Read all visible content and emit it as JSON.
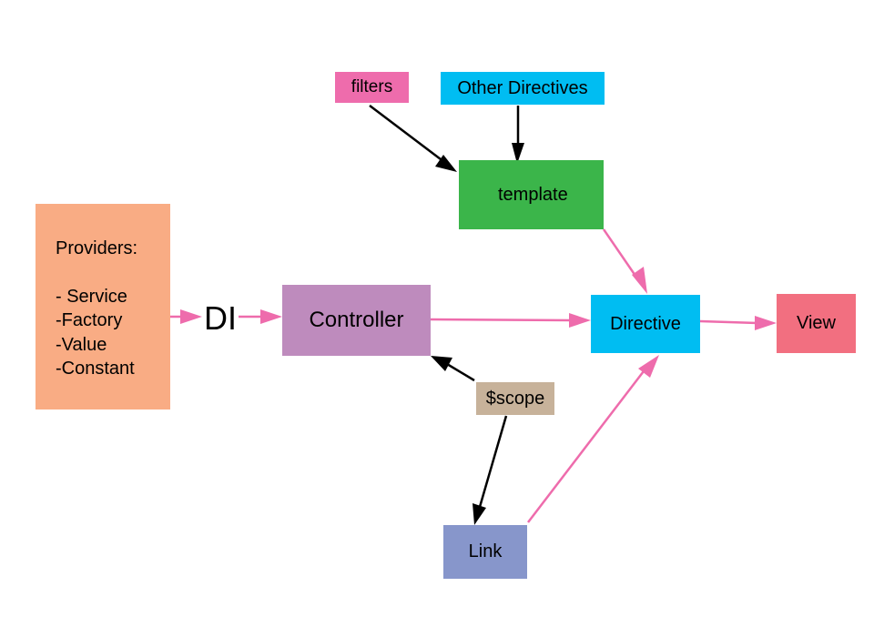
{
  "diagram": {
    "nodes": {
      "providers": {
        "lines": [
          "Providers:",
          "- Service",
          "-Factory",
          "-Value",
          "-Constant"
        ],
        "color": "#F9AC84"
      },
      "controller": {
        "label": "Controller",
        "color": "#BE8BBD"
      },
      "template": {
        "label": "template",
        "color": "#3BB54A"
      },
      "filters": {
        "label": "filters",
        "color": "#EE6CAC"
      },
      "other_directives": {
        "label": "Other Directives",
        "color": "#00BDF2"
      },
      "directive": {
        "label": "Directive",
        "color": "#00BDF2"
      },
      "view": {
        "label": "View",
        "color": "#F26F80"
      },
      "scope": {
        "label": "$scope",
        "color": "#C7B29A"
      },
      "link": {
        "label": "Link",
        "color": "#8796CB"
      }
    },
    "di_label": "DI",
    "edges": [
      {
        "from": "providers",
        "to": "di",
        "color": "#EE6CAC"
      },
      {
        "from": "di",
        "to": "controller",
        "color": "#EE6CAC"
      },
      {
        "from": "controller",
        "to": "directive",
        "color": "#EE6CAC"
      },
      {
        "from": "template",
        "to": "directive",
        "color": "#EE6CAC"
      },
      {
        "from": "directive",
        "to": "view",
        "color": "#EE6CAC"
      },
      {
        "from": "link",
        "to": "directive",
        "color": "#EE6CAC"
      },
      {
        "from": "filters",
        "to": "template",
        "color": "#000000"
      },
      {
        "from": "other_directives",
        "to": "template",
        "color": "#000000"
      },
      {
        "from": "scope",
        "to": "controller",
        "color": "#000000"
      },
      {
        "from": "scope",
        "to": "link",
        "color": "#000000"
      }
    ]
  }
}
